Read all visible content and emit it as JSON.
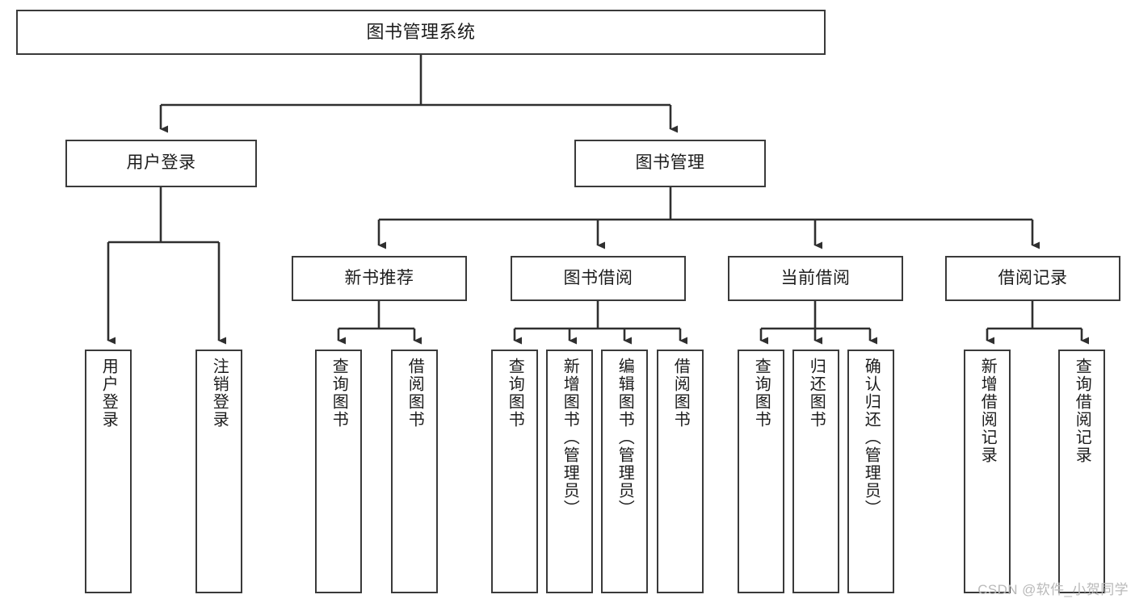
{
  "diagram": {
    "title": "图书管理系统",
    "type": "functional-structure-tree",
    "watermark": "CSDN @软件_小贺同学",
    "colors": {
      "background": "#ffffff",
      "node_border": "#3a3a3a",
      "node_fill": "#ffffff",
      "edge": "#2f2f2f",
      "text": "#1c1c1c",
      "watermark": "#b9b9b9"
    },
    "levels": {
      "root": {
        "label": "图书管理系统"
      },
      "level2": [
        {
          "id": "user-login",
          "label": "用户登录"
        },
        {
          "id": "book-management",
          "label": "图书管理"
        }
      ],
      "level3": [
        {
          "id": "new-book-recommend",
          "label": "新书推荐",
          "parent": "book-management"
        },
        {
          "id": "book-borrow",
          "label": "图书借阅",
          "parent": "book-management"
        },
        {
          "id": "current-borrow",
          "label": "当前借阅",
          "parent": "book-management"
        },
        {
          "id": "borrow-record",
          "label": "借阅记录",
          "parent": "book-management"
        }
      ],
      "leaves": [
        {
          "id": "leaf-user-login",
          "label": "用户登录",
          "parent": "user-login"
        },
        {
          "id": "leaf-logout",
          "label": "注销登录",
          "parent": "user-login"
        },
        {
          "id": "leaf-query-book-1",
          "label": "查询图书",
          "parent": "new-book-recommend"
        },
        {
          "id": "leaf-borrow-book-1",
          "label": "借阅图书",
          "parent": "new-book-recommend"
        },
        {
          "id": "leaf-query-book-2",
          "label": "查询图书",
          "parent": "book-borrow"
        },
        {
          "id": "leaf-add-book",
          "label": "新增图书（管理员）",
          "parent": "book-borrow"
        },
        {
          "id": "leaf-edit-book",
          "label": "编辑图书（管理员）",
          "parent": "book-borrow"
        },
        {
          "id": "leaf-borrow-book-2",
          "label": "借阅图书",
          "parent": "book-borrow"
        },
        {
          "id": "leaf-query-book-3",
          "label": "查询图书",
          "parent": "current-borrow"
        },
        {
          "id": "leaf-return-book",
          "label": "归还图书",
          "parent": "current-borrow"
        },
        {
          "id": "leaf-confirm-return",
          "label": "确认归还（管理员）",
          "parent": "current-borrow"
        },
        {
          "id": "leaf-add-record",
          "label": "新增借阅记录",
          "parent": "borrow-record"
        },
        {
          "id": "leaf-query-record",
          "label": "查询借阅记录",
          "parent": "borrow-record"
        }
      ]
    }
  }
}
